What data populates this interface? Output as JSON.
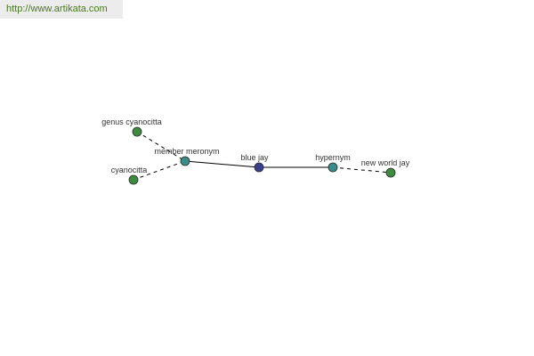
{
  "header": {
    "url": "http://www.artikata.com"
  },
  "colors": {
    "leaf": "#3e8a3e",
    "relation": "#3a8c86",
    "center": "#3a3f8c",
    "link": "#4a7a1e"
  },
  "graph": {
    "nodes": [
      {
        "id": "genus",
        "label": "genus cyanocitta",
        "kind": "leaf"
      },
      {
        "id": "cyanocitta",
        "label": "cyanocitta",
        "kind": "leaf"
      },
      {
        "id": "meronym",
        "label": "member meronym",
        "kind": "relation"
      },
      {
        "id": "bluejay",
        "label": "blue jay",
        "kind": "center"
      },
      {
        "id": "hypernym",
        "label": "hypernym",
        "kind": "relation"
      },
      {
        "id": "newworld",
        "label": "new world jay",
        "kind": "leaf"
      }
    ],
    "edges": [
      {
        "from": "genus",
        "to": "meronym",
        "style": "dashed"
      },
      {
        "from": "cyanocitta",
        "to": "meronym",
        "style": "dashed"
      },
      {
        "from": "meronym",
        "to": "bluejay",
        "style": "solid"
      },
      {
        "from": "bluejay",
        "to": "hypernym",
        "style": "solid"
      },
      {
        "from": "hypernym",
        "to": "newworld",
        "style": "dashed"
      }
    ]
  }
}
